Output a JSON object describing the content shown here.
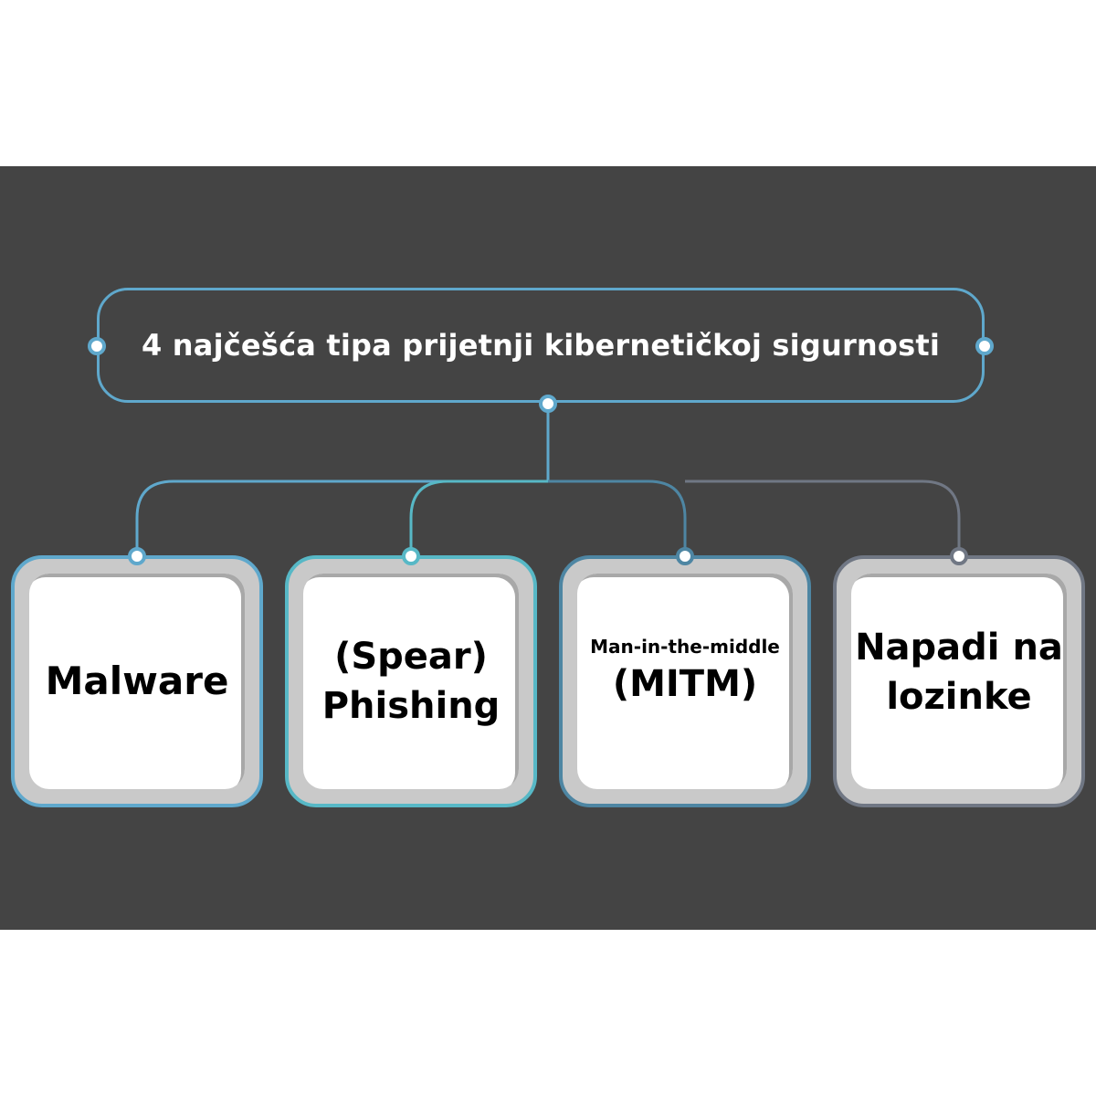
{
  "title": "4 najčešća tipa prijetnji kibernetičkoj sigurnosti",
  "colors": {
    "background_panel": "#444444",
    "accent_blue": "#5fa8cc",
    "accent_teal": "#57b8c6",
    "accent_steel": "#4e86a3",
    "accent_gray": "#707784"
  },
  "items": [
    {
      "label": "Malware"
    },
    {
      "label_line1": "(Spear)",
      "label_line2": "Phishing"
    },
    {
      "label_line1": "Man-in-the-middle",
      "label_line2": "(MITM)"
    },
    {
      "label_line1": "Napadi na",
      "label_line2": "lozinke"
    }
  ]
}
